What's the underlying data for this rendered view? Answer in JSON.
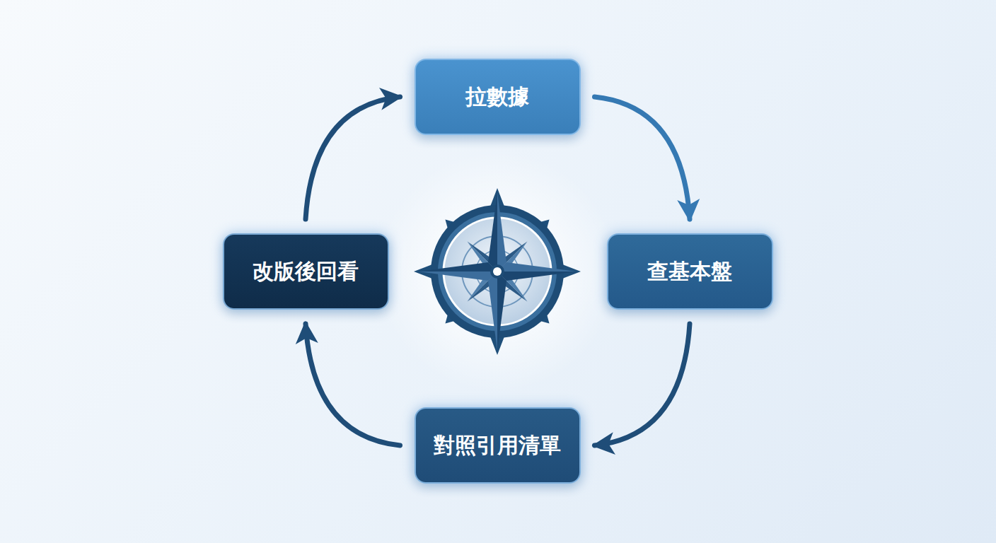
{
  "diagram": {
    "nodes": [
      {
        "text": [
          "拉數據"
        ]
      },
      {
        "text": [
          "查基本盤"
        ]
      },
      {
        "text": [
          "對照引用清單"
        ]
      },
      {
        "text": [
          "改版後回看"
        ]
      }
    ],
    "edges": [
      {
        "from": 0,
        "to": 1,
        "arrow": "to"
      },
      {
        "from": 1,
        "to": 2,
        "arrow": "to"
      },
      {
        "from": 2,
        "to": 3,
        "arrow": "to"
      },
      {
        "from": 3,
        "to": 0,
        "arrow": "to"
      }
    ]
  }
}
